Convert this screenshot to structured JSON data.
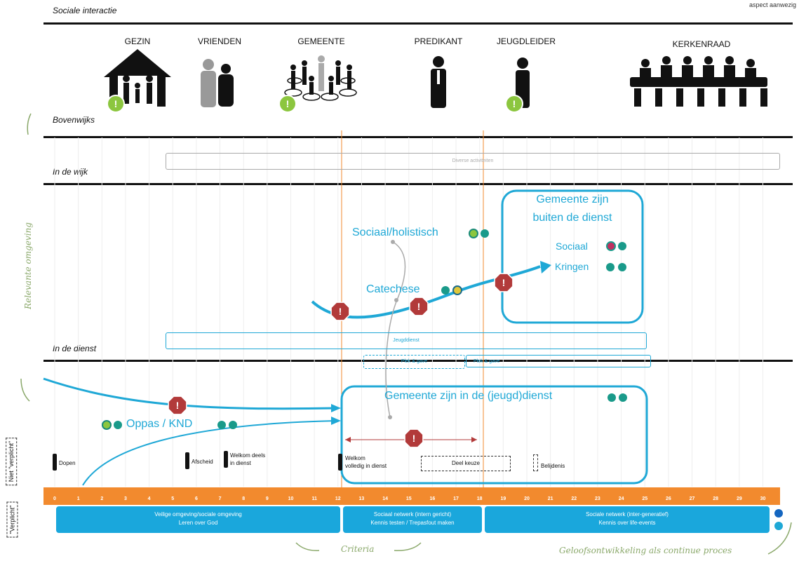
{
  "top": {
    "title": "Sociale interactie",
    "legend": "aspect aanwezig"
  },
  "roles": [
    "GEZIN",
    "VRIENDEN",
    "GEMEENTE",
    "PREDIKANT",
    "JEUGDLEIDER",
    "KERKENRAAD"
  ],
  "sections": {
    "bovenwijks": "Bovenwijks",
    "in_de_wijk": "In de wijk",
    "in_de_dienst": "In de dienst"
  },
  "boxes": {
    "diverse": "Diverse activiteiten",
    "jeugddienst": "Jeugddienst",
    "plek1": "Plek & gave",
    "plek2": "Plek & gave",
    "gemeente_buiten_1": "Gemeente zijn",
    "gemeente_buiten_2": "buiten de dienst",
    "sociaal": "Sociaal",
    "kringen": "Kringen",
    "sociaal_holistisch": "Sociaal/holistisch",
    "catechese": "Catechese",
    "gemeente_jeugddienst": "Gemeente zijn in de (jeugd)dienst",
    "oppas": "Oppas / KND",
    "deel_keuze": "Deel keuze"
  },
  "events": {
    "dopen": "Dopen",
    "afscheid": "Afscheid",
    "welkom_deels_1": "Welkom deels",
    "welkom_deels_2": "in dienst",
    "welkom_volledig_1": "Welkom",
    "welkom_volledig_2": "volledig in dienst",
    "belijdenis": "Belijdenis"
  },
  "ages": [
    "0",
    "1",
    "2",
    "3",
    "4",
    "5",
    "6",
    "7",
    "8",
    "9",
    "10",
    "11",
    "12",
    "13",
    "14",
    "15",
    "16",
    "17",
    "18",
    "19",
    "20",
    "21",
    "22",
    "23",
    "24",
    "25",
    "26",
    "27",
    "28",
    "29",
    "30"
  ],
  "criteria": {
    "c1_line1": "Veilige omgeving/sociale omgeving",
    "c1_line2": "Leren over God",
    "c2_line1": "Sociaal netwerk (intern gericht)",
    "c2_line2": "Kennis testen / Trepasfout maken",
    "c3_line1": "Sociale netwerk (inter-generatief)",
    "c3_line2": "Kennis over life-events"
  },
  "side": {
    "relevante": "Relevante omgeving",
    "criteria": "Criteria",
    "geloof": "Geloofsontwikkeling als continue proces",
    "niet_verplicht": "Niet \"verplicht\"",
    "verplicht": "\"Verplicht\""
  },
  "colors": {
    "accent": "#1fa8d6",
    "timeline": "#f28a2e",
    "warning": "#b23a3a",
    "green": "#8cc63f"
  }
}
